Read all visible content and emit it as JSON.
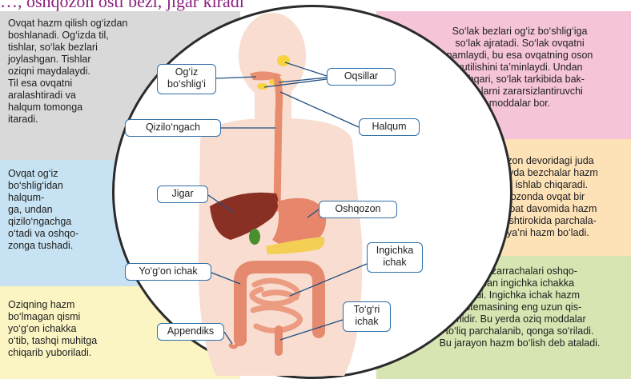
{
  "title": "…, oshqozon osti bezi, jigar kiradi",
  "panels": {
    "gray": [
      "Ovqat hazm qilish og‘izdan",
      "boshlanadi. Og‘izda til,",
      "tishlar, so‘lak bezlari",
      "joylashgan. Tishlar",
      "oziqni maydalaydi.",
      "Til esa ovqatni",
      "aralashtiradi va",
      "halqum tomonga",
      "itaradi."
    ],
    "blue": [
      "Ovqat og‘iz",
      "bo‘shlig‘idan",
      "halqum-",
      "ga, undan",
      "qizilo‘ngachga",
      "o‘tadi va oshqo-",
      "zonga tushadi."
    ],
    "yellow": [
      "Oziqning hazm",
      "bo‘lmagan qismi",
      "yo‘g‘on ichakka",
      "o‘tib, tashqi muhitga",
      "chiqarib yuboriladi."
    ],
    "pink": [
      "So‘lak bezlari og‘iz bo‘shlig‘iga",
      "so‘lak ajratadi. So‘lak ovqatni",
      "namlaydi, bu esa ovqatning oson",
      "yutilishini ta’minlaydi. Undan",
      "tashqari, so‘lak tarkibida bak-",
      "teriyalarni zararsizlantiruvchi",
      "moddalar bor."
    ],
    "orange": [
      "Oshqozon devoridagi juda",
      "ko‘p mayda bezchalar hazm",
      "shirasi ishlab chiqaradi.",
      "Oshqozonda ovqat bir",
      "necha soat davomida hazm",
      "shirasi ishtirokida parchala-",
      "nadi, ya’ni hazm bo‘ladi."
    ],
    "green": [
      "Ovqat zarrachalari oshqo-",
      "zondan ingichka ichakka",
      "o‘tadi. Ingichka ichak hazm",
      "sistemasining eng uzun qis-",
      "midir. Bu yerda oziq moddalar",
      "to‘liq parchalanib, qonga so‘riladi.",
      "Bu jarayon hazm bo‘lish deb ataladi."
    ]
  },
  "labels": {
    "mouth": [
      "Og‘iz",
      "bo‘shlig‘i"
    ],
    "saliva": "Oqsillar",
    "esophagus": "Qizilo‘ngach",
    "pharynx": "Halqum",
    "liver": "Jigar",
    "stomach": "Oshqozon",
    "small_intestine": [
      "Ingichka",
      "ichak"
    ],
    "large_intestine": "Yo‘g‘on ichak",
    "rectum": [
      "To‘g‘ri",
      "ichak"
    ],
    "appendix": "Appendiks"
  },
  "colors": {
    "gray_panel": "#d9d9d9",
    "blue_panel": "#c7e3f3",
    "yellow_panel": "#fbf5c4",
    "pink_panel": "#f6c4d8",
    "orange_panel": "#fde2b8",
    "green_panel": "#d6e5b2",
    "label_border": "#2f6fa8",
    "title": "#8a1f7e"
  }
}
